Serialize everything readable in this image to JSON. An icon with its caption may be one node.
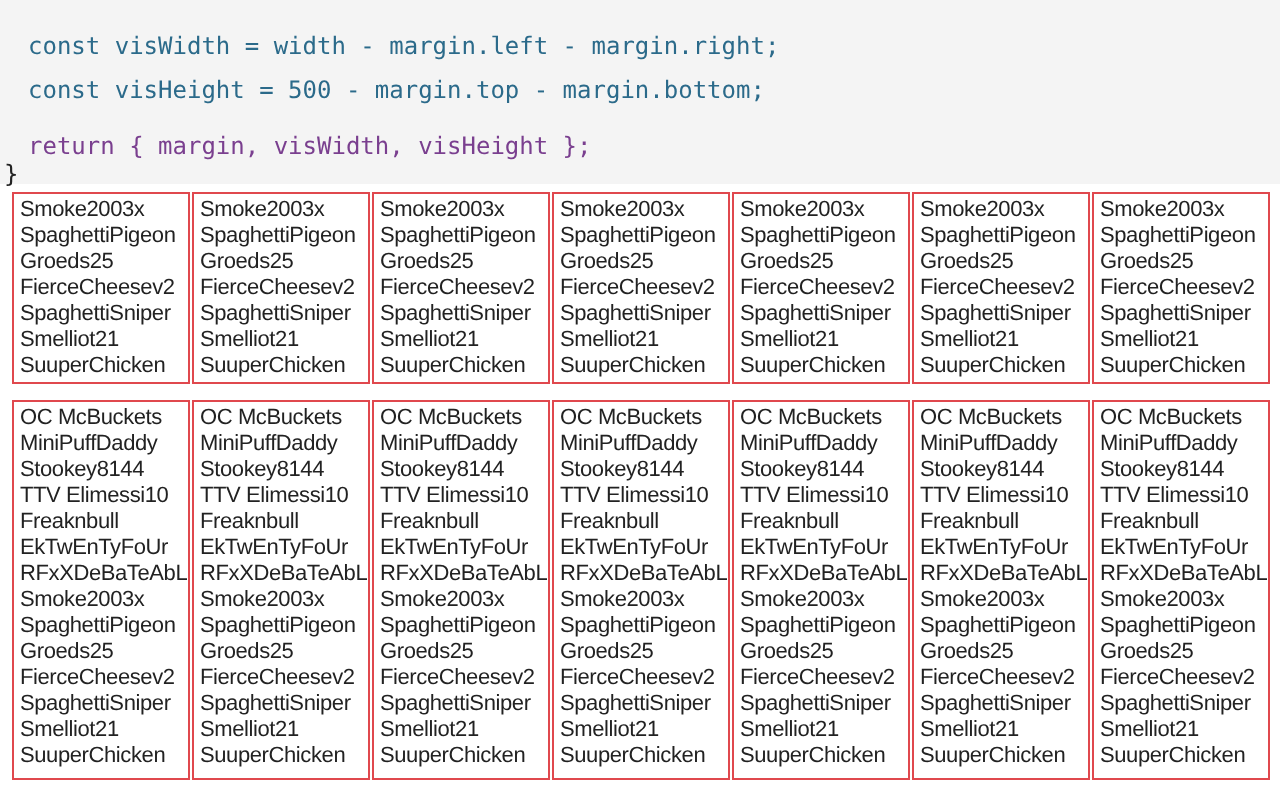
{
  "diagram": {
    "nodes": [
      {
        "text": [
          "Smoke2003x",
          "SpaghettiPigeon",
          "Groeds25",
          "FierceCheesev2",
          "SpaghettiSniper",
          "Smelliot21",
          "SuuperChicken"
        ]
      },
      {
        "text": [
          "Smoke2003x",
          "SpaghettiPigeon",
          "Groeds25",
          "FierceCheesev2",
          "SpaghettiSniper",
          "Smelliot21",
          "SuuperChicken"
        ]
      },
      {
        "text": [
          "Smoke2003x",
          "SpaghettiPigeon",
          "Groeds25",
          "FierceCheesev2",
          "SpaghettiSniper",
          "Smelliot21",
          "SuuperChicken"
        ]
      },
      {
        "text": [
          "Smoke2003x",
          "SpaghettiPigeon",
          "Groeds25",
          "FierceCheesev2",
          "SpaghettiSniper",
          "Smelliot21",
          "SuuperChicken"
        ]
      },
      {
        "text": [
          "Smoke2003x",
          "SpaghettiPigeon",
          "Groeds25",
          "FierceCheesev2",
          "SpaghettiSniper",
          "Smelliot21",
          "SuuperChicken"
        ]
      },
      {
        "text": [
          "Smoke2003x",
          "SpaghettiPigeon",
          "Groeds25",
          "FierceCheesev2",
          "SpaghettiSniper",
          "Smelliot21",
          "SuuperChicken"
        ]
      },
      {
        "text": [
          "Smoke2003x",
          "SpaghettiPigeon",
          "Groeds25",
          "FierceCheesev2",
          "SpaghettiSniper",
          "Smelliot21",
          "SuuperChicken"
        ]
      },
      {
        "text": [
          "OC McBuckets",
          "MiniPuffDaddy",
          "Stookey8144",
          "TTV Elimessi10",
          "Freaknbull",
          "EkTwEnTyFoUr",
          "RFxXDeBaTeAbL",
          "Smoke2003x",
          "SpaghettiPigeon",
          "Groeds25",
          "FierceCheesev2",
          "SpaghettiSniper",
          "Smelliot21",
          "SuuperChicken"
        ]
      },
      {
        "text": [
          "OC McBuckets",
          "MiniPuffDaddy",
          "Stookey8144",
          "TTV Elimessi10",
          "Freaknbull",
          "EkTwEnTyFoUr",
          "RFxXDeBaTeAbL",
          "Smoke2003x",
          "SpaghettiPigeon",
          "Groeds25",
          "FierceCheesev2",
          "SpaghettiSniper",
          "Smelliot21",
          "SuuperChicken"
        ]
      },
      {
        "text": [
          "OC McBuckets",
          "MiniPuffDaddy",
          "Stookey8144",
          "TTV Elimessi10",
          "Freaknbull",
          "EkTwEnTyFoUr",
          "RFxXDeBaTeAbL",
          "Smoke2003x",
          "SpaghettiPigeon",
          "Groeds25",
          "FierceCheesev2",
          "SpaghettiSniper",
          "Smelliot21",
          "SuuperChicken"
        ]
      },
      {
        "text": [
          "OC McBuckets",
          "MiniPuffDaddy",
          "Stookey8144",
          "TTV Elimessi10",
          "Freaknbull",
          "EkTwEnTyFoUr",
          "RFxXDeBaTeAbL",
          "Smoke2003x",
          "SpaghettiPigeon",
          "Groeds25",
          "FierceCheesev2",
          "SpaghettiSniper",
          "Smelliot21",
          "SuuperChicken"
        ]
      },
      {
        "text": [
          "OC McBuckets",
          "MiniPuffDaddy",
          "Stookey8144",
          "TTV Elimessi10",
          "Freaknbull",
          "EkTwEnTyFoUr",
          "RFxXDeBaTeAbL",
          "Smoke2003x",
          "SpaghettiPigeon",
          "Groeds25",
          "FierceCheesev2",
          "SpaghettiSniper",
          "Smelliot21",
          "SuuperChicken"
        ]
      },
      {
        "text": [
          "OC McBuckets",
          "MiniPuffDaddy",
          "Stookey8144",
          "TTV Elimessi10",
          "Freaknbull",
          "EkTwEnTyFoUr",
          "RFxXDeBaTeAbL",
          "Smoke2003x",
          "SpaghettiPigeon",
          "Groeds25",
          "FierceCheesev2",
          "SpaghettiSniper",
          "Smelliot21",
          "SuuperChicken"
        ]
      },
      {
        "text": [
          "OC McBuckets",
          "MiniPuffDaddy",
          "Stookey8144",
          "TTV Elimessi10",
          "Freaknbull",
          "EkTwEnTyFoUr",
          "RFxXDeBaTeAbL",
          "Smoke2003x",
          "SpaghettiPigeon",
          "Groeds25",
          "FierceCheesev2",
          "SpaghettiSniper",
          "Smelliot21",
          "SuuperChicken"
        ]
      }
    ],
    "labels": [
      "const visWidth = width - margin.left - margin.right;",
      "const visHeight = 500 - margin.top - margin.bottom;",
      "return { margin, visWidth, visHeight };",
      "}"
    ]
  }
}
